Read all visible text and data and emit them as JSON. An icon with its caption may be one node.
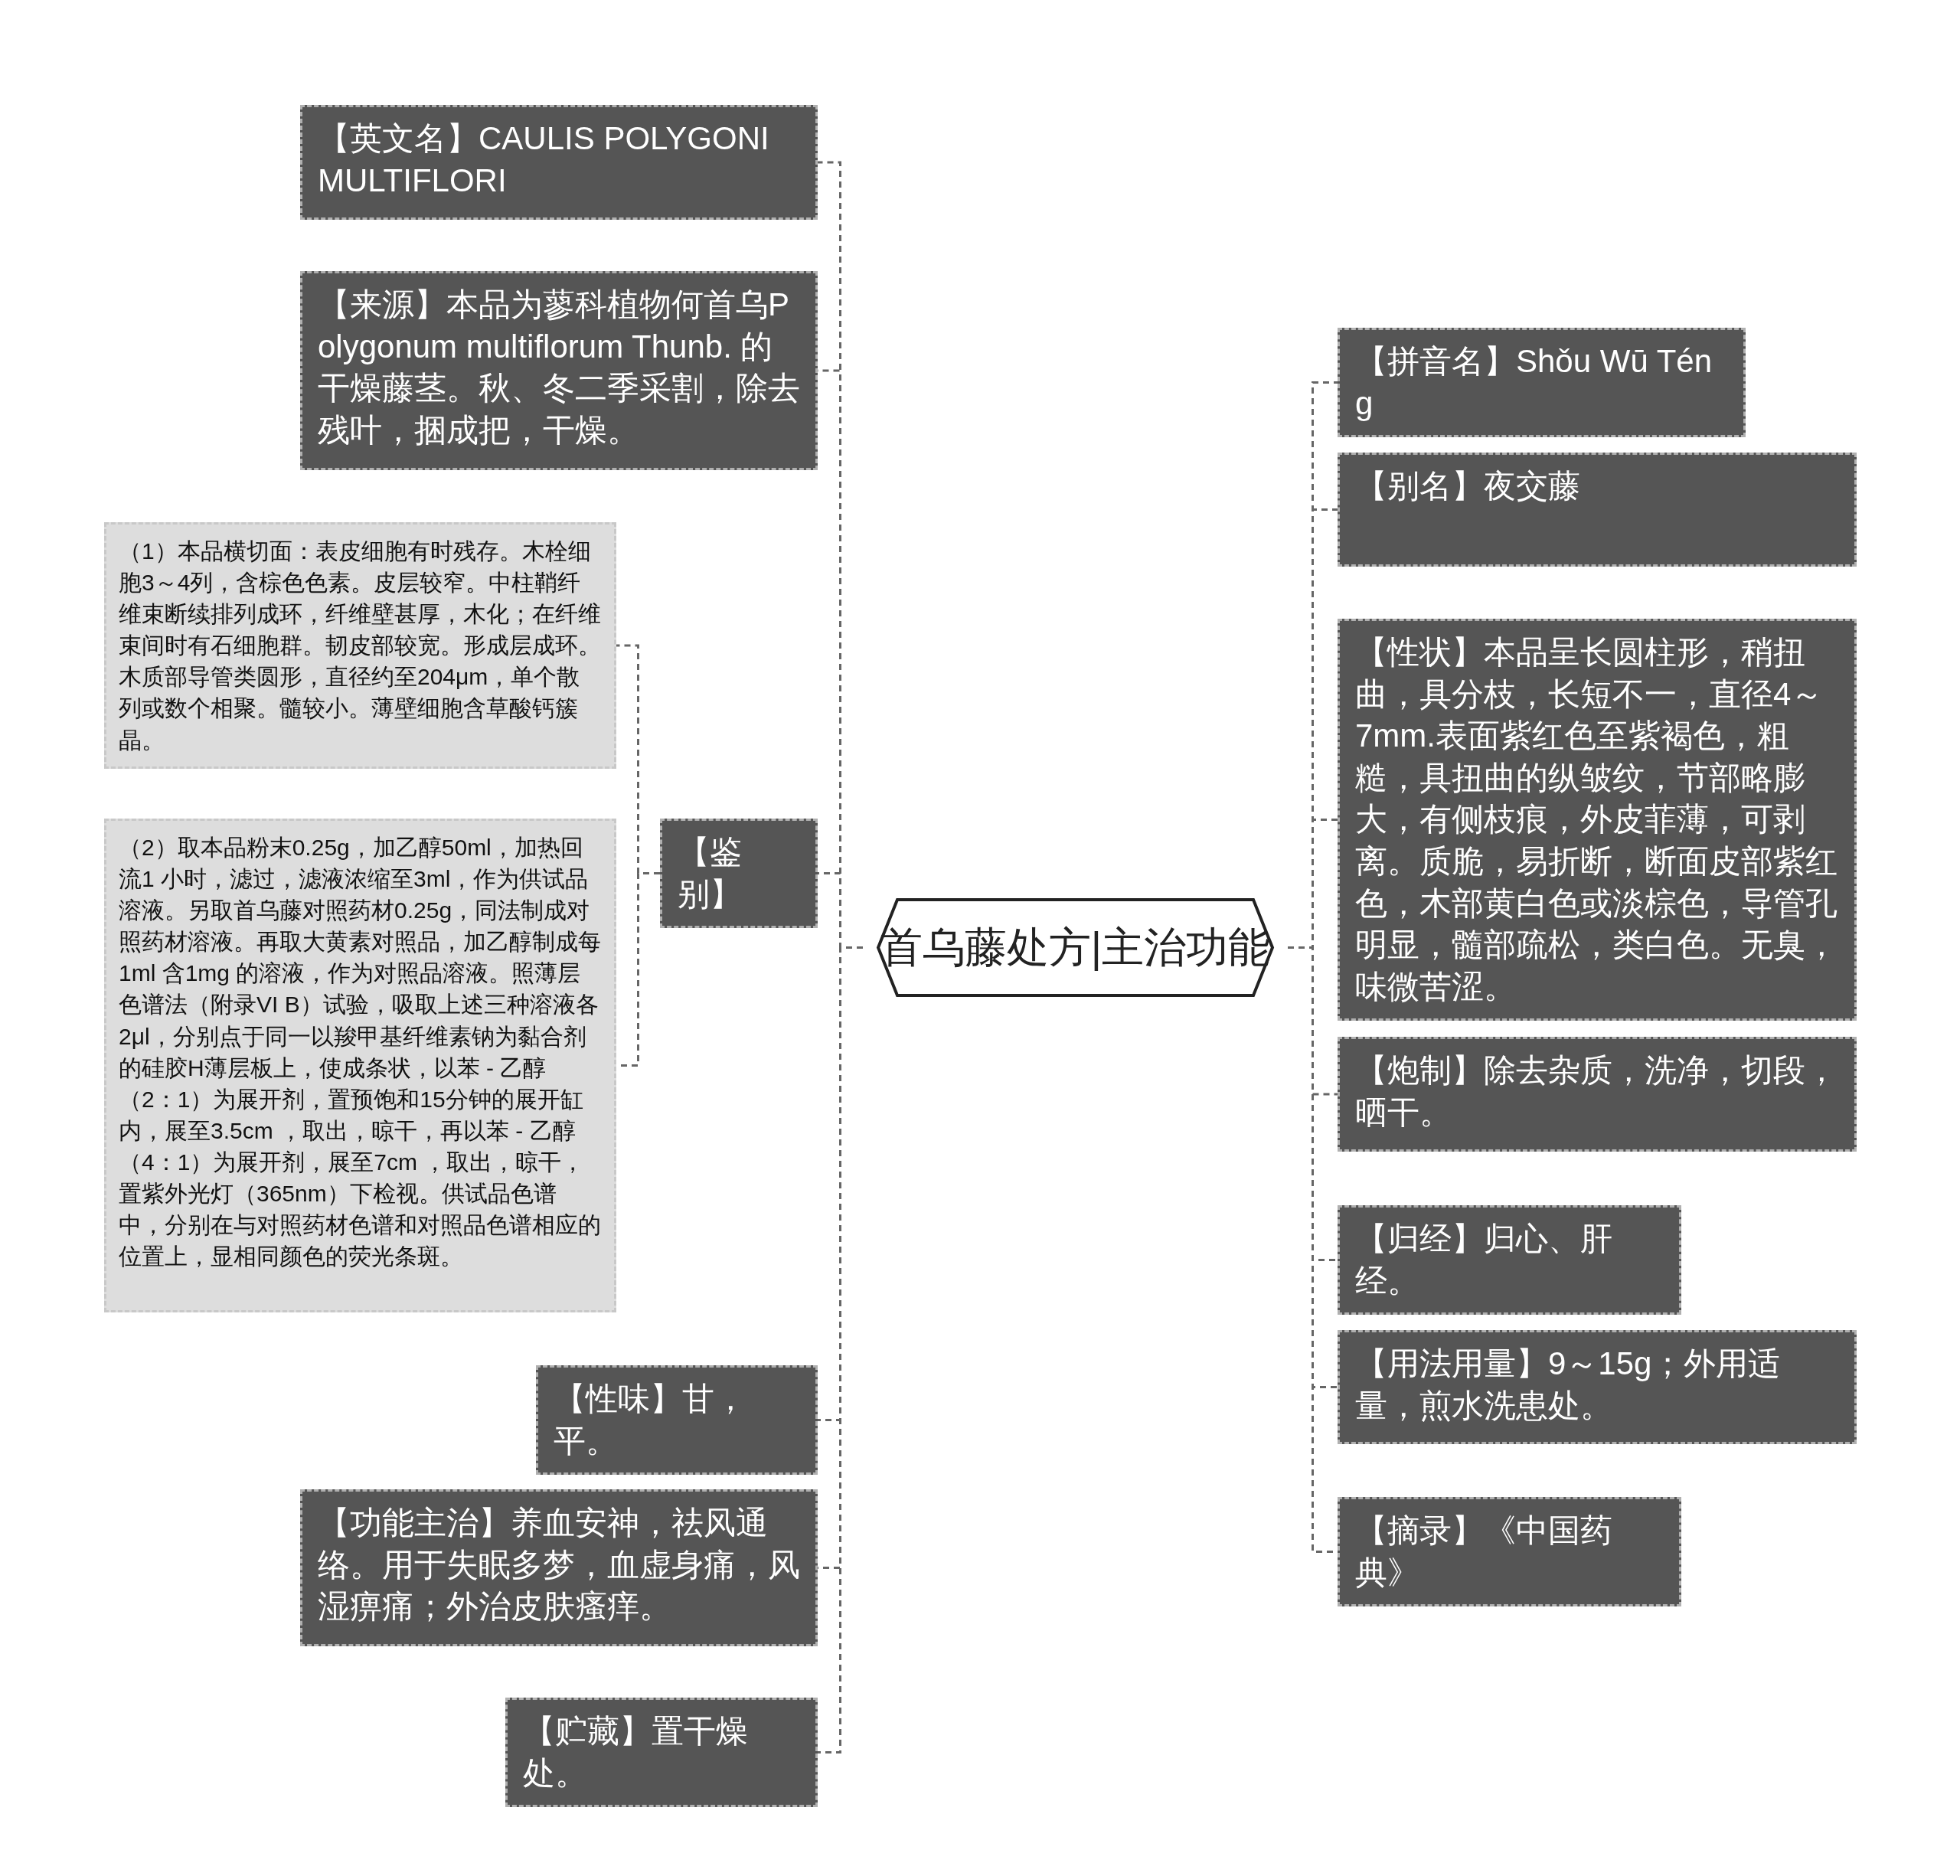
{
  "diagram": {
    "nodes": [
      {
        "text": [
          "首乌藤处方|主治功能"
        ]
      },
      {
        "text": [
          "【英文名】CAULIS POLYGONI MULTIFLORI"
        ]
      },
      {
        "text": [
          "【来源】本品为蓼科植物何首乌Polygonum multiflorum Thunb. 的干燥藤茎。秋、冬二季采割，除去残叶，捆成把，干燥。"
        ]
      },
      {
        "text": [
          "【鉴别】"
        ]
      },
      {
        "text": [
          "（1）本品横切面：表皮细胞有时残存。木栓细胞3～4列，含棕色色素。皮层较窄。中柱鞘纤维束断续排列成环，纤维壁甚厚，木化；在纤维束间时有石细胞群。韧皮部较宽。形成层成环。木质部导管类圆形，直径约至204μm，单个散列或数个相聚。髓较小。薄壁细胞含草酸钙簇晶。"
        ]
      },
      {
        "text": [
          "（2）取本品粉末0.25g，加乙醇50ml，加热回流1 小时，滤过，滤液浓缩至3ml，作为供试品溶液。另取首乌藤对照药材0.25g，同法制成对照药材溶液。再取大黄素对照品，加乙醇制成每1ml 含1mg 的溶液，作为对照品溶液。照薄层色谱法（附录VI B）试验，吸取上述三种溶液各2μl，分别点于同一以羧甲基纤维素钠为黏合剂的硅胶H薄层板上，使成条状，以苯 - 乙醇（2：1）为展开剂，置预饱和15分钟的展开缸内，展至3.5cm ，取出，晾干，再以苯 - 乙醇（4：1）为展开剂，展至7cm ，取出，晾干，置紫外光灯（365nm）下检视。供试品色谱中，分别在与对照药材色谱和对照品色谱相应的位置上，显相同颜色的荧光条斑。"
        ]
      },
      {
        "text": [
          "【性味】甘，平。"
        ]
      },
      {
        "text": [
          "【功能主治】养血安神，祛风通络。用于失眠多梦，血虚身痛，风湿痹痛；外治皮肤瘙痒。"
        ]
      },
      {
        "text": [
          "【贮藏】置干燥处。"
        ]
      },
      {
        "text": [
          "【拼音名】Shǒu Wū Téng"
        ]
      },
      {
        "text": [
          "【别名】夜交藤"
        ]
      },
      {
        "text": [
          "【性状】本品呈长圆柱形，稍扭曲，具分枝，长短不一，直径4～7mm.表面紫红色至紫褐色，粗糙，具扭曲的纵皱纹，节部略膨大，有侧枝痕，外皮菲薄，可剥离。质脆，易折断，断面皮部紫红色，木部黄白色或淡棕色，导管孔明显，髓部疏松，类白色。无臭，味微苦涩。"
        ]
      },
      {
        "text": [
          "【炮制】除去杂质，洗净，切段，晒干。"
        ]
      },
      {
        "text": [
          "【归经】归心、肝经。"
        ]
      },
      {
        "text": [
          "【用法用量】9～15g；外用适量，煎水洗患处。"
        ]
      },
      {
        "text": [
          "【摘录】《中国药典》"
        ]
      }
    ],
    "edges": [
      {
        "from": 0,
        "to": 1,
        "arrow": "none"
      },
      {
        "from": 0,
        "to": 2,
        "arrow": "none"
      },
      {
        "from": 0,
        "to": 3,
        "arrow": "none"
      },
      {
        "from": 3,
        "to": 4,
        "arrow": "none"
      },
      {
        "from": 3,
        "to": 5,
        "arrow": "none"
      },
      {
        "from": 0,
        "to": 6,
        "arrow": "none"
      },
      {
        "from": 0,
        "to": 7,
        "arrow": "none"
      },
      {
        "from": 0,
        "to": 8,
        "arrow": "none"
      },
      {
        "from": 0,
        "to": 9,
        "arrow": "none"
      },
      {
        "from": 0,
        "to": 10,
        "arrow": "none"
      },
      {
        "from": 0,
        "to": 11,
        "arrow": "none"
      },
      {
        "from": 0,
        "to": 12,
        "arrow": "none"
      },
      {
        "from": 0,
        "to": 13,
        "arrow": "none"
      },
      {
        "from": 0,
        "to": 14,
        "arrow": "none"
      },
      {
        "from": 0,
        "to": 15,
        "arrow": "none"
      }
    ]
  }
}
